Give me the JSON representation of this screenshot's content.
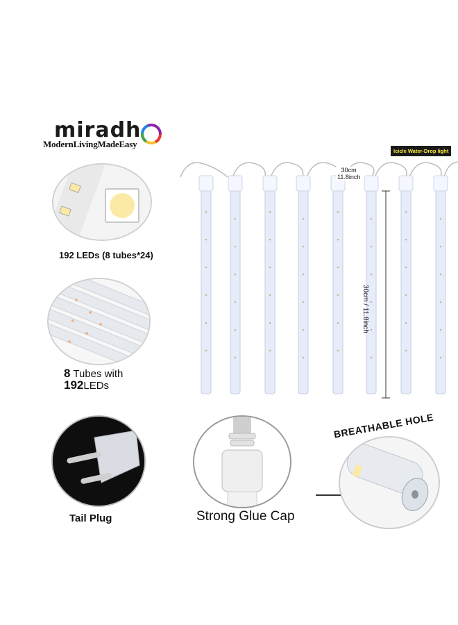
{
  "brand": {
    "name": "miradh",
    "tagline": "ModernLivingMadeEasy"
  },
  "badge": "Icicle Water-Drop light",
  "dimensions": {
    "width_cm": "30cm",
    "width_inch": "11.8inch",
    "height": "30cm / 11.8inch"
  },
  "features": {
    "leds_caption": "192 LEDs (8 tubes*24)",
    "tubes_count": "8",
    "tubes_text": "Tubes with",
    "leds_count": "192",
    "leds_text": "LEDs",
    "plug_caption": "Tail Plug",
    "cap_caption": "Strong Glue Cap",
    "hole_caption": "BREATHABLE HOLE"
  },
  "colors": {
    "tube_glow": "#dfe6f7",
    "led_yellow": "#fbe9a6",
    "badge_bg": "#1a1a1a",
    "badge_text": "#ffeb3b"
  }
}
